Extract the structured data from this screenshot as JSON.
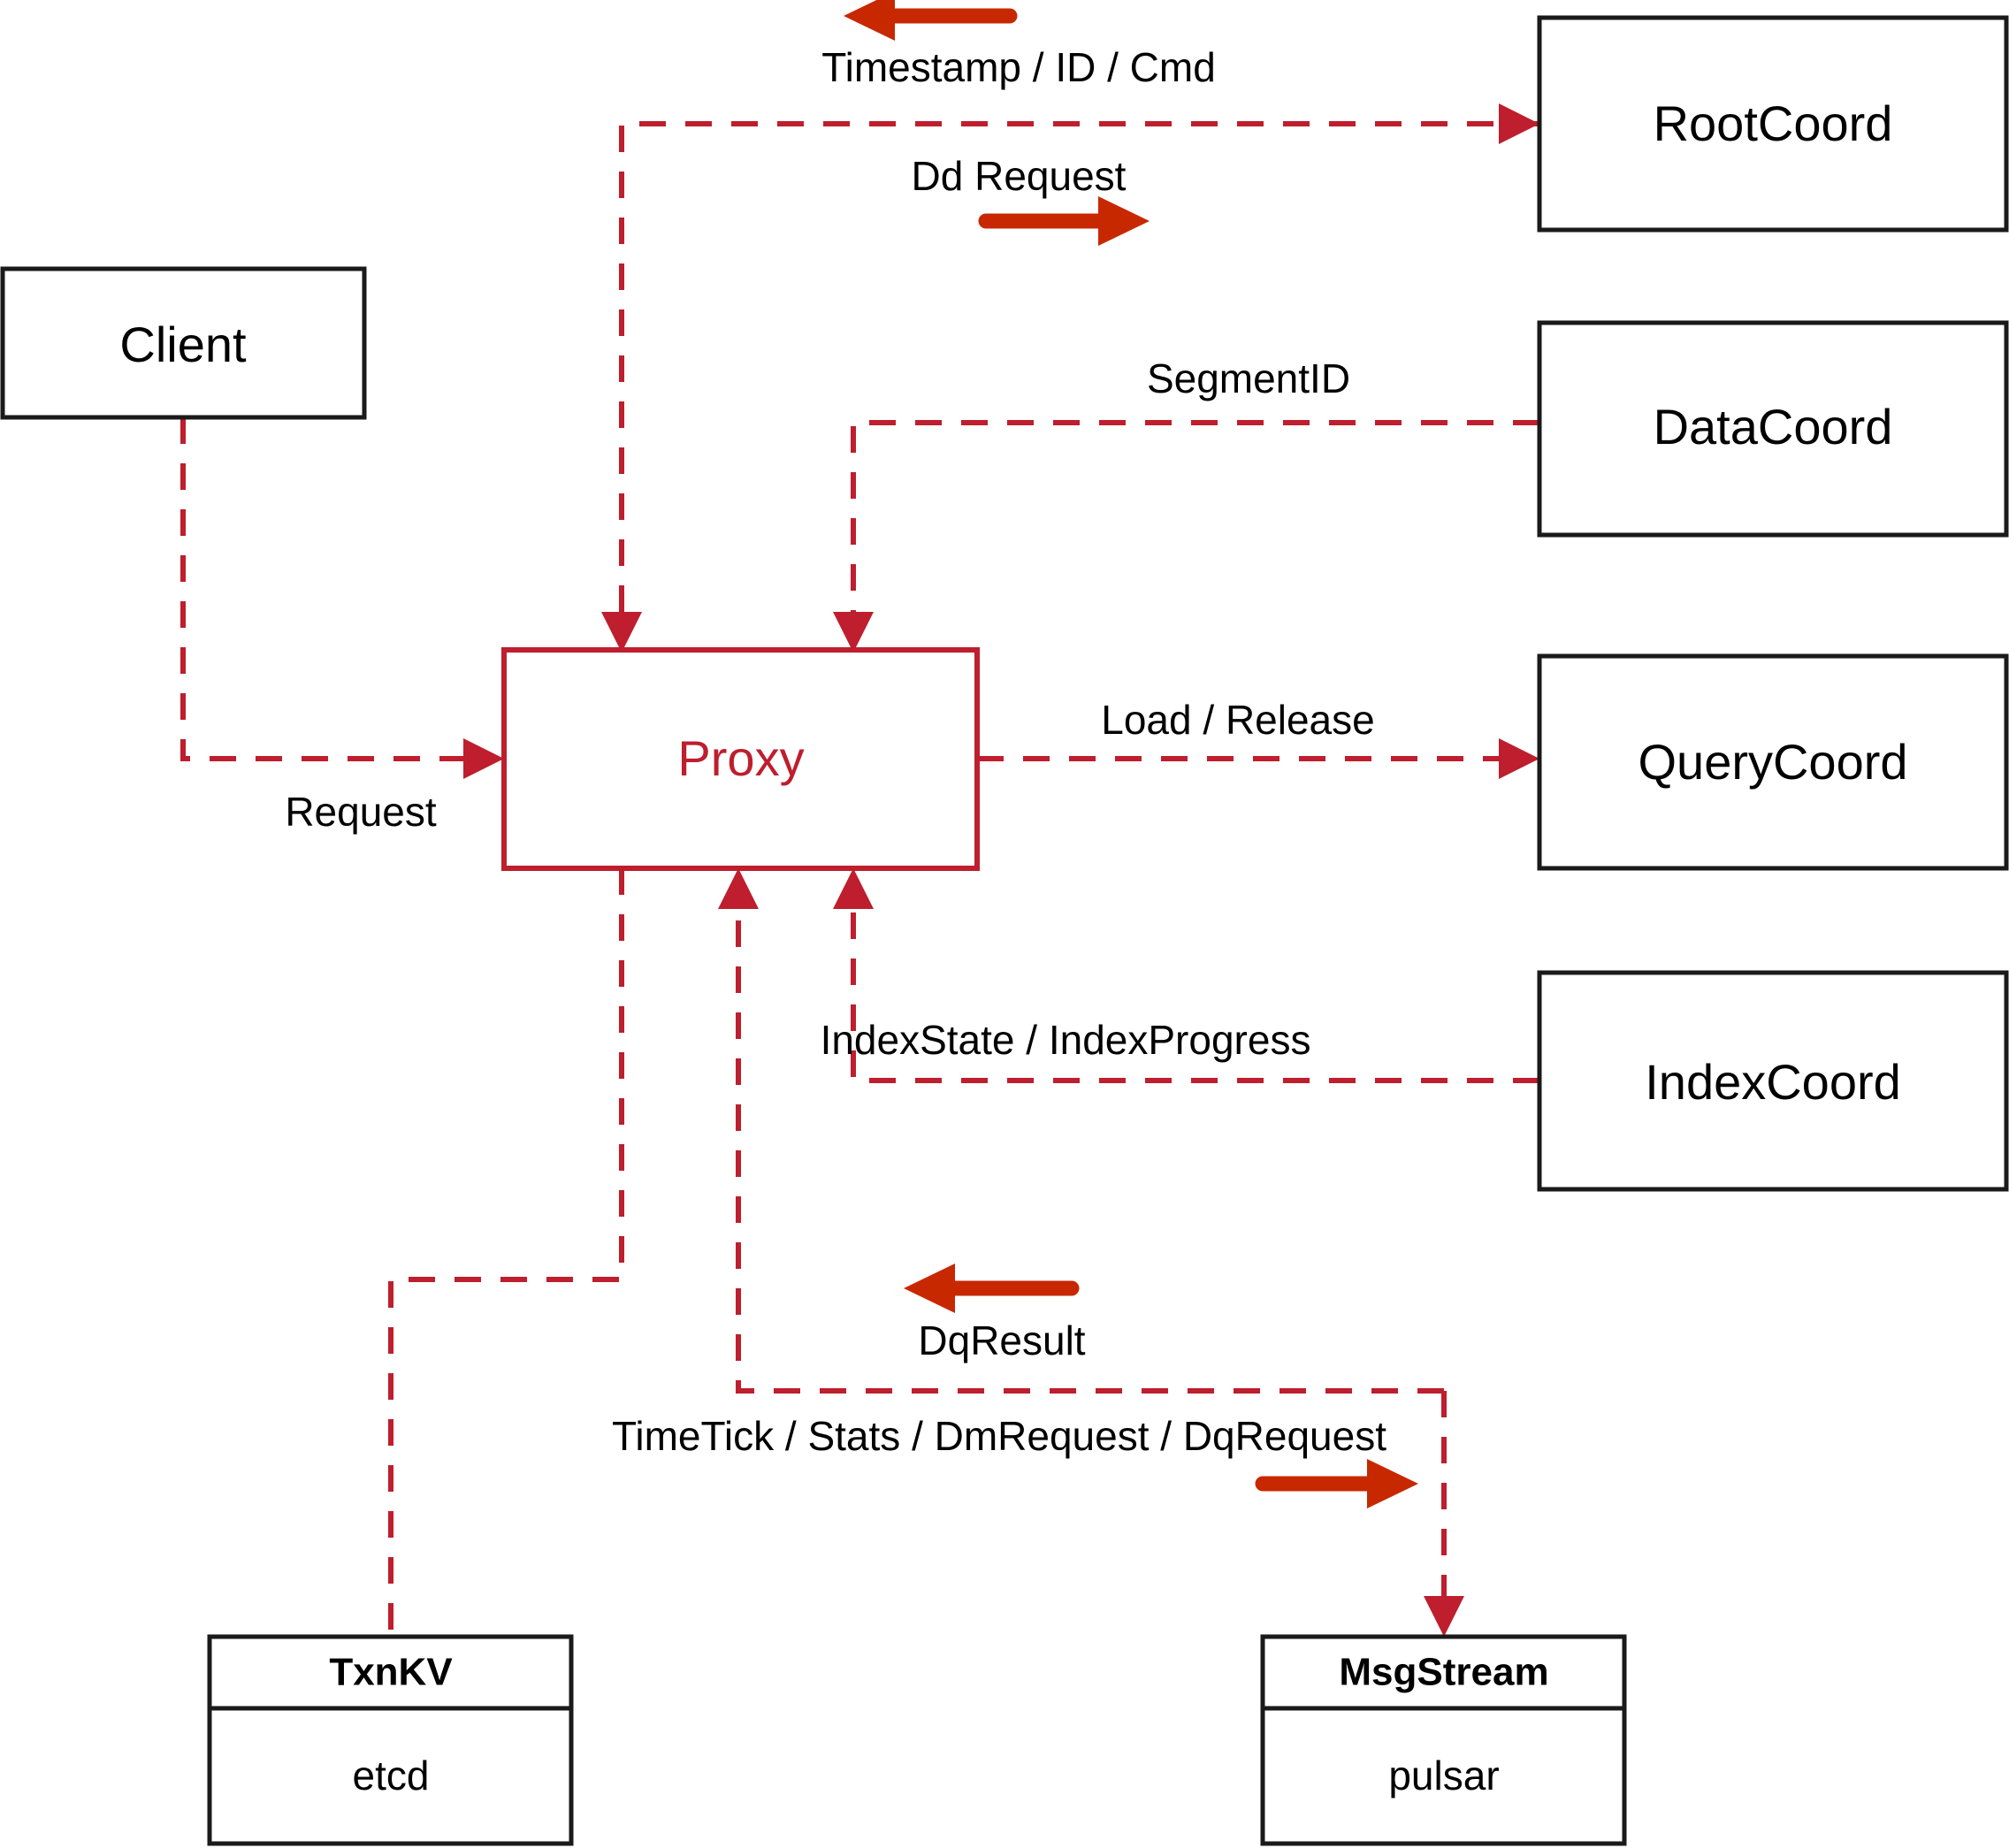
{
  "diagram": {
    "title": "Proxy Architecture",
    "colors": {
      "edge": "#be1e2d",
      "solid_arrow": "#c82800",
      "box_stroke": "#1a1a1a",
      "proxy_stroke": "#be1e2d",
      "background": "#ffffff"
    },
    "nodes": {
      "client": {
        "label": "Client"
      },
      "proxy": {
        "label": "Proxy"
      },
      "root_coord": {
        "label": "RootCoord"
      },
      "data_coord": {
        "label": "DataCoord"
      },
      "query_coord": {
        "label": "QueryCoord"
      },
      "index_coord": {
        "label": "IndexCoord"
      },
      "txnkv": {
        "header": "TxnKV",
        "body": "etcd"
      },
      "msgstream": {
        "header": "MsgStream",
        "body": "pulsar"
      }
    },
    "edges": [
      {
        "id": "timestamp-id-cmd",
        "label": "Timestamp / ID / Cmd",
        "from": "root_coord",
        "to": "proxy",
        "direction": "left"
      },
      {
        "id": "dd-request",
        "label": "Dd Request",
        "from": "proxy",
        "to": "root_coord",
        "direction": "right"
      },
      {
        "id": "segment-id",
        "label": "SegmentID",
        "from": "data_coord",
        "to": "proxy",
        "direction": "left"
      },
      {
        "id": "load-release",
        "label": "Load / Release",
        "from": "proxy",
        "to": "query_coord",
        "direction": "right"
      },
      {
        "id": "index-state-progress",
        "label": "IndexState / IndexProgress",
        "from": "index_coord",
        "to": "proxy",
        "direction": "left"
      },
      {
        "id": "request",
        "label": "Request",
        "from": "client",
        "to": "proxy",
        "direction": "right"
      },
      {
        "id": "dq-result",
        "label": "DqResult",
        "from": "msgstream",
        "to": "proxy",
        "direction": "left"
      },
      {
        "id": "timetick-stats-dm-dq",
        "label": "TimeTick / Stats / DmRequest / DqRequest",
        "from": "proxy",
        "to": "msgstream",
        "direction": "right"
      }
    ]
  }
}
